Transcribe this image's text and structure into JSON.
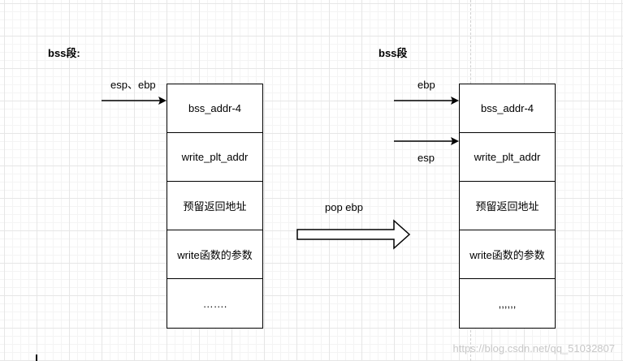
{
  "left": {
    "title": "bss段:",
    "pointer_label": "esp、ebp",
    "cells": [
      "bss_addr-4",
      "write_plt_addr",
      "预留返回地址",
      "write函数的参数",
      "……."
    ]
  },
  "right": {
    "title": "bss段",
    "ebp_label": "ebp",
    "esp_label": "esp",
    "cells": [
      "bss_addr-4",
      "write_plt_addr",
      "预留返回地址",
      "write函数的参数",
      ",,,,,,"
    ]
  },
  "transition": {
    "label": "pop ebp"
  },
  "watermark": "https://blog.csdn.net/qq_51032807"
}
